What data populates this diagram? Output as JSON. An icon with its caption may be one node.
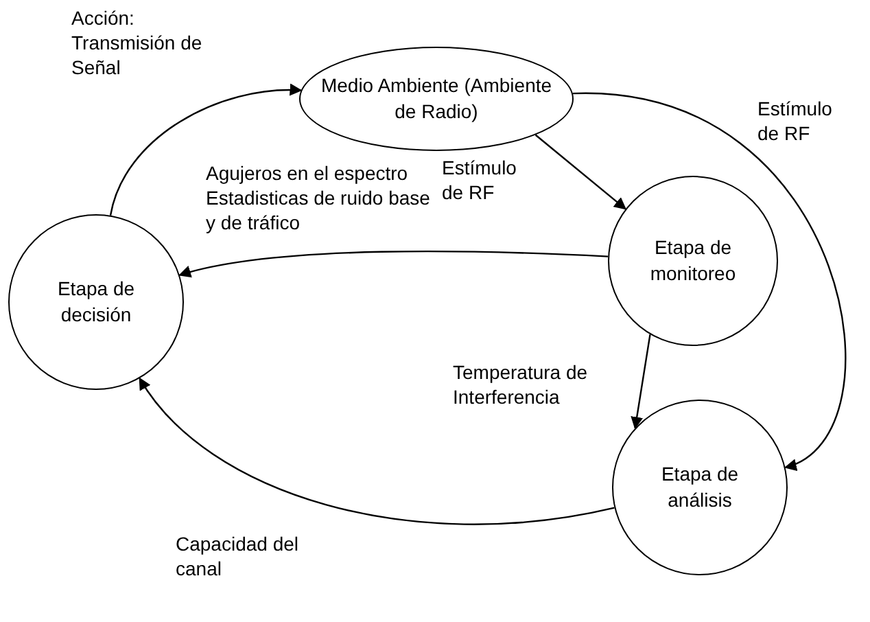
{
  "diagram": {
    "nodes": [
      {
        "text": [
          "Medio Ambiente (Ambiente de Radio)"
        ]
      },
      {
        "text": [
          "Etapa de monitoreo"
        ]
      },
      {
        "text": [
          "Etapa de decisión"
        ]
      },
      {
        "text": [
          "Etapa de análisis"
        ]
      }
    ],
    "edges": [
      {
        "from": 2,
        "to": 0,
        "arrow": "to",
        "label": "Acción: Transmisión de Señal"
      },
      {
        "from": 0,
        "to": 1,
        "arrow": "to",
        "label": "Estímulo de RF"
      },
      {
        "from": 0,
        "to": 3,
        "arrow": "to",
        "label": "Estímulo de RF"
      },
      {
        "from": 1,
        "to": 2,
        "arrow": "to",
        "label": "Agujeros en el espectro Estadisticas de ruido base y de tráfico"
      },
      {
        "from": 1,
        "to": 3,
        "arrow": "to",
        "label": "Temperatura de Interferencia"
      },
      {
        "from": 3,
        "to": 2,
        "arrow": "to",
        "label": "Capacidad del canal"
      }
    ]
  }
}
